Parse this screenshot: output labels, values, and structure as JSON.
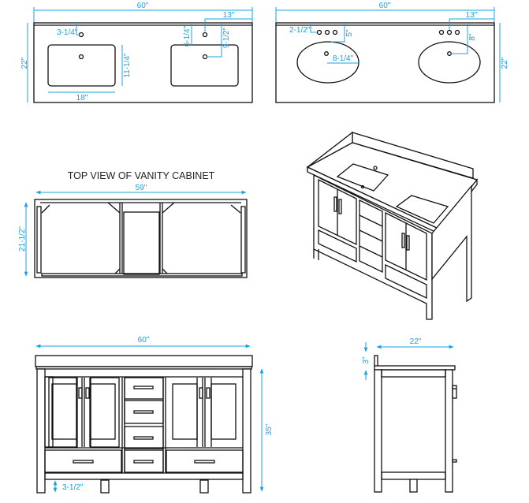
{
  "colors": {
    "dimension": "#1ba1e2",
    "outline": "#111111"
  },
  "rect_sink_top": {
    "width": "60\"",
    "depth": "22\"",
    "faucet_offset": "3-1/4\"",
    "basin_depth": "11-1/4\"",
    "basin_width": "18\"",
    "faucet_to_basin": "6-1/4\"",
    "drain_from_back": "9-1/2\"",
    "center_from_side": "13\""
  },
  "oval_sink_top": {
    "width": "60\"",
    "depth": "22\"",
    "faucet_offset": "2-1/2\"",
    "faucet_to_basin": "5\"",
    "basin_radius": "8-1/4\"",
    "drain_from_back": "8\"",
    "center_from_side": "13\""
  },
  "cabinet_top_view": {
    "title": "TOP VIEW OF VANITY CABINET",
    "width": "59\"",
    "depth": "21-1/2\""
  },
  "front_view": {
    "width": "60\"",
    "height": "35\"",
    "leg_clearance": "3-1/2\""
  },
  "side_view": {
    "depth": "22\"",
    "backsplash": "3\""
  }
}
